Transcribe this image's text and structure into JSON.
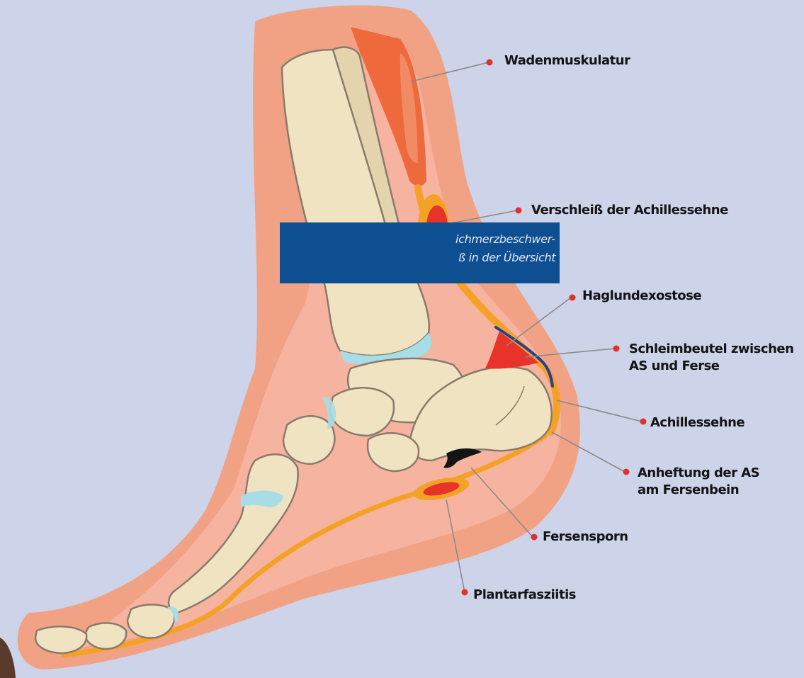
{
  "caption": {
    "line1": "ichmerzbeschwer-",
    "line2": "ß in der Übersicht"
  },
  "labels": [
    {
      "id": "wadenmuskulatur",
      "lines": [
        "Wadenmuskulatur"
      ]
    },
    {
      "id": "verschleiss",
      "lines": [
        "Verschleiß der Achillessehne"
      ]
    },
    {
      "id": "haglund",
      "lines": [
        "Haglundexostose"
      ]
    },
    {
      "id": "schleimbeutel",
      "lines": [
        "Schleimbeutel zwischen",
        "AS und Ferse"
      ]
    },
    {
      "id": "achillessehne",
      "lines": [
        "Achillessehne"
      ]
    },
    {
      "id": "anheftung",
      "lines": [
        "Anheftung der AS",
        "am Fersenbein"
      ]
    },
    {
      "id": "fersensporn",
      "lines": [
        "Fersensporn"
      ]
    },
    {
      "id": "plantarfasziitis",
      "lines": [
        "Plantarfasziitis"
      ]
    }
  ],
  "colors": {
    "background": "#cdd3e8",
    "skin_outer": "#f2a284",
    "skin_inner": "#f6b3a0",
    "bone": "#efe3c2",
    "bone_outline": "#8a7a6a",
    "cartilage": "#a6dde6",
    "tendon": "#f4a226",
    "muscle": "#ee6a3c",
    "inflammation": "#e8332a",
    "bursa_line": "#1f3f9a",
    "spur": "#141414",
    "caption_box": "#0e4f92",
    "pointer_line": "#8a8a8a",
    "pointer_dot": "#e0312a"
  }
}
